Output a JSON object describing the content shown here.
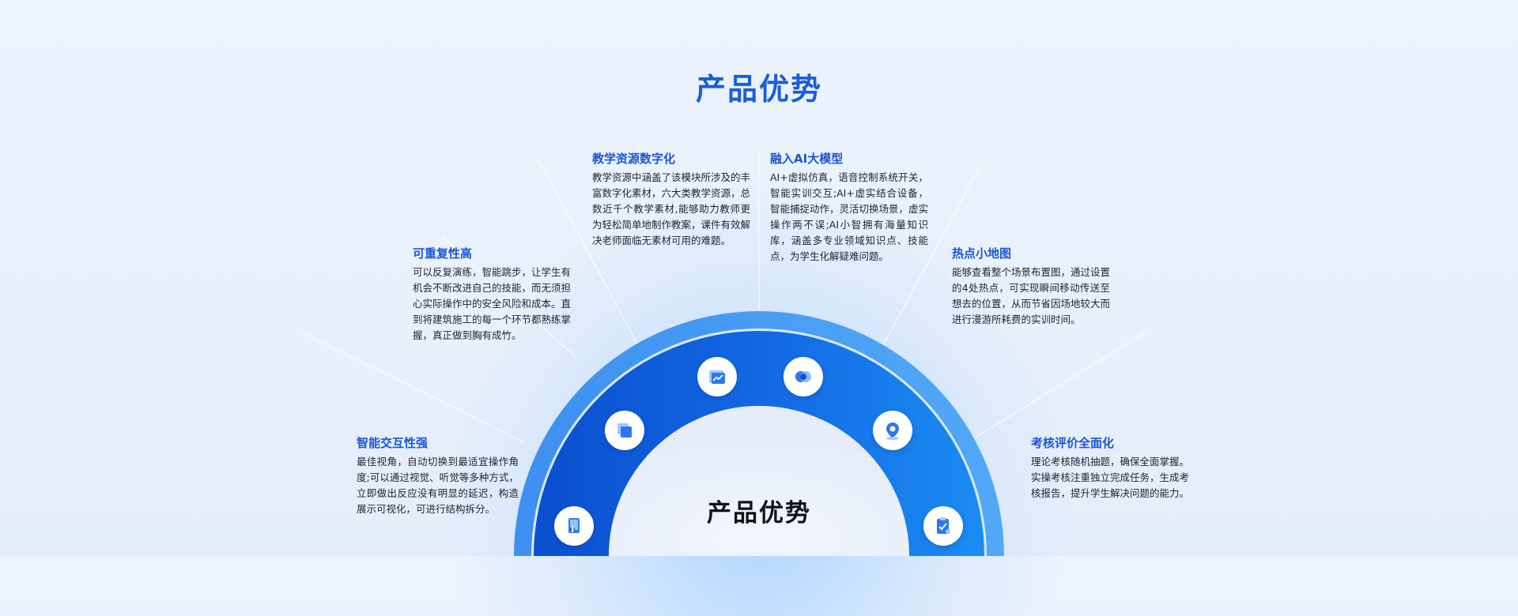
{
  "page_title": "产品优势",
  "center_label": "产品优势",
  "colors": {
    "title": "#1b5fd6",
    "heading": "#1a56d6",
    "ring_outer": "#2f86f0",
    "ring_inner": "#1467e0",
    "ring_dark": "#0a4fcf"
  },
  "features": [
    {
      "id": "interaction",
      "title": "智能交互性强",
      "text": "最佳视角，自动切换到最适宜操作角度;可以通过视觉、听觉等多种方式，立即做出反应没有明显的延迟，构造展示可视化，可进行结构拆分。",
      "icon": "touch-screen-icon"
    },
    {
      "id": "repeat",
      "title": "可重复性高",
      "text": "可以反复演练，智能跳步，让学生有机会不断改进自己的技能，而无须担心实际操作中的安全风险和成本。直到将建筑施工的每一个环节都熟练掌握，真正做到胸有成竹。",
      "icon": "layers-icon"
    },
    {
      "id": "digital",
      "title": "教学资源数字化",
      "text": "教学资源中涵盖了该模块所涉及的丰富数字化素材，六大类教学资源，总数近千个教学素材,能够助力教师更为轻松简单地制作教案，课件有效解决老师面临无素材可用的难题。",
      "icon": "chart-screen-icon"
    },
    {
      "id": "ai",
      "title": "融入AI大模型",
      "text": "AI+虚拟仿真，语音控制系统开关，智能实训交互;AI+虚实结合设备，智能捕捉动作，灵活切换场景，虚实操作两不误;AI小智拥有海量知识库，涵盖多专业领域知识点、技能点，为学生化解疑难问题。",
      "icon": "ai-orb-icon"
    },
    {
      "id": "hotspot",
      "title": "热点小地图",
      "text": "能够查看整个场景布置图，通过设置的4处热点，可实现瞬间移动传送至想去的位置，从而节省因场地较大而进行漫游所耗费的实训时间。",
      "icon": "location-map-icon"
    },
    {
      "id": "assess",
      "title": "考核评价全面化",
      "text": "理论考核随机抽题，确保全面掌握。实操考核注重独立完成任务，生成考核报告，提升学生解决问题的能力。",
      "icon": "clipboard-check-icon"
    }
  ]
}
